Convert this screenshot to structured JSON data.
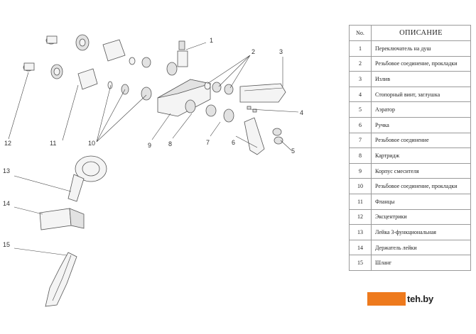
{
  "table": {
    "header_no": "No.",
    "header_desc": "ОПИСАНИЕ",
    "rows": [
      {
        "no": "1",
        "desc": "Переключатель на душ"
      },
      {
        "no": "2",
        "desc": "Резьбовое соединение, прокладки"
      },
      {
        "no": "3",
        "desc": "Излив"
      },
      {
        "no": "4",
        "desc": "Стопорный винт, заглушка"
      },
      {
        "no": "5",
        "desc": "Аэратор"
      },
      {
        "no": "6",
        "desc": "Ручка"
      },
      {
        "no": "7",
        "desc": "Резьбовое соединение"
      },
      {
        "no": "8",
        "desc": "Картридж"
      },
      {
        "no": "9",
        "desc": "Корпус смесителя"
      },
      {
        "no": "10",
        "desc": "Резьбовое соединение, прокладки"
      },
      {
        "no": "11",
        "desc": "Фланцы"
      },
      {
        "no": "12",
        "desc": "Эксцентрики"
      },
      {
        "no": "13",
        "desc": "Лейка 3-функциональная"
      },
      {
        "no": "14",
        "desc": "Держатель лейки"
      },
      {
        "no": "15",
        "desc": "Шланг"
      }
    ]
  },
  "callouts": [
    "1",
    "2",
    "3",
    "4",
    "5",
    "6",
    "7",
    "8",
    "9",
    "10",
    "11",
    "12",
    "13",
    "14",
    "15"
  ],
  "watermark": {
    "text": "teh.by",
    "accent": "#ee7a1d"
  }
}
